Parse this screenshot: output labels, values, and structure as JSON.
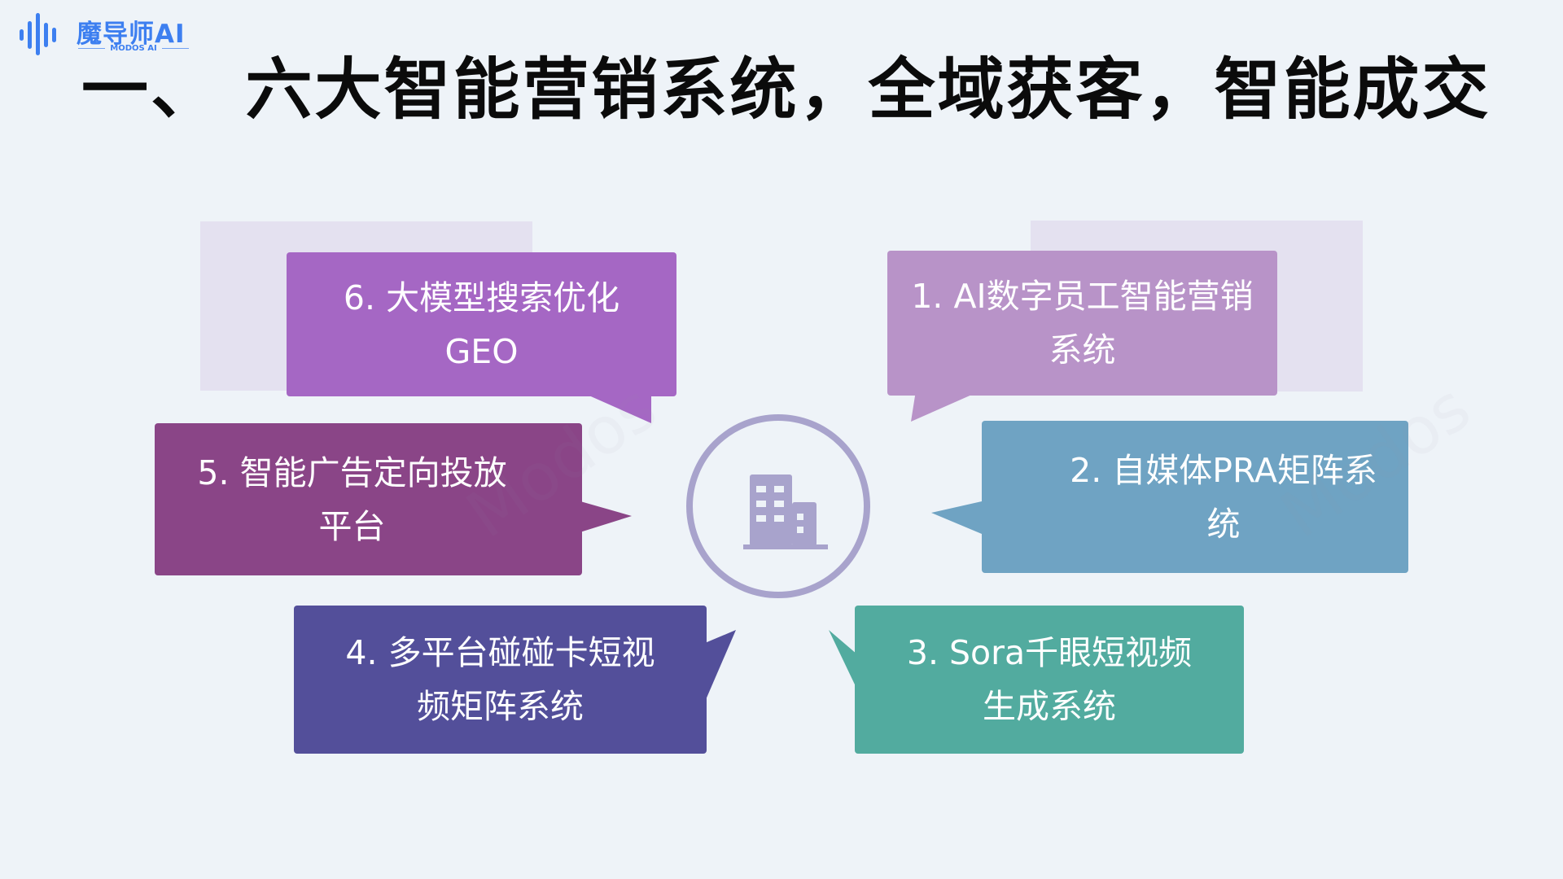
{
  "brand": {
    "name": "魔导师AI",
    "sub": "MODOS AI"
  },
  "slide": {
    "title": "一、 六大智能营销系统，全域获客，智能成交"
  },
  "items": [
    {
      "label": "1. AI数字员工智能营销\n系统",
      "color": "#b893c8"
    },
    {
      "label": "2. 自媒体PRA矩阵系\n统",
      "color": "#6fa3c3"
    },
    {
      "label": "3. Sora千眼短视频\n生成系统",
      "color": "#52ab9f"
    },
    {
      "label": "4. 多平台碰碰卡短视\n频矩阵系统",
      "color": "#534f9a"
    },
    {
      "label": "5. 智能广告定向投放\n平台",
      "color": "#8a4587"
    },
    {
      "label": "6. 大模型搜索优化\nGEO",
      "color": "#a567c4"
    }
  ],
  "hub": {
    "icon": "building-icon",
    "color": "#a8a3cc"
  },
  "watermark": "Modos"
}
